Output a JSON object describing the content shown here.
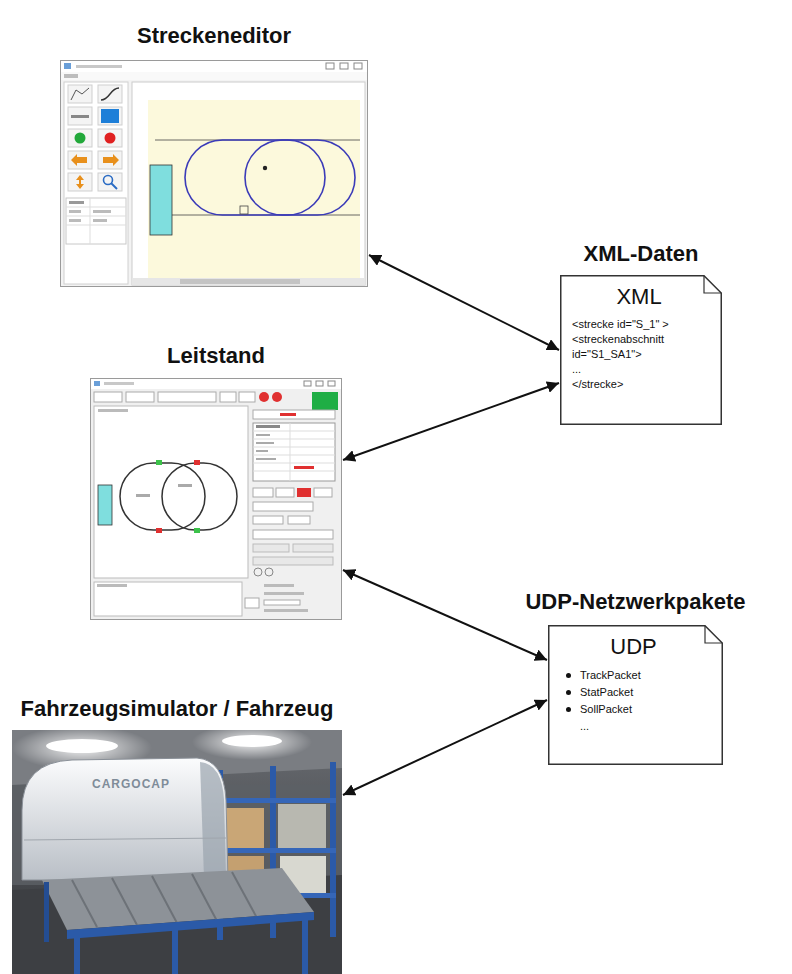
{
  "diagram": {
    "nodes": [
      {
        "text": [
          "Streckeneditor"
        ]
      },
      {
        "text": [
          "XML-Daten",
          "XML",
          "<strecke id=\"S_1\" >",
          "<streckenabschnitt id=\"S1_SA1\">",
          "...",
          "</strecke>"
        ]
      },
      {
        "text": [
          "Leitstand"
        ]
      },
      {
        "text": [
          "UDP-Netzwerkpakete",
          "UDP",
          "TrackPacket",
          "StatPacket",
          "SollPacket",
          "..."
        ]
      },
      {
        "text": [
          "Fahrzeugsimulator / Fahrzeug"
        ]
      }
    ],
    "edges": [
      {
        "from": 0,
        "to": 1,
        "arrow": "both"
      },
      {
        "from": 2,
        "to": 1,
        "arrow": "both"
      },
      {
        "from": 2,
        "to": 3,
        "arrow": "both"
      },
      {
        "from": 4,
        "to": 3,
        "arrow": "both"
      }
    ],
    "labels": [
      "CARGOCAP"
    ]
  }
}
